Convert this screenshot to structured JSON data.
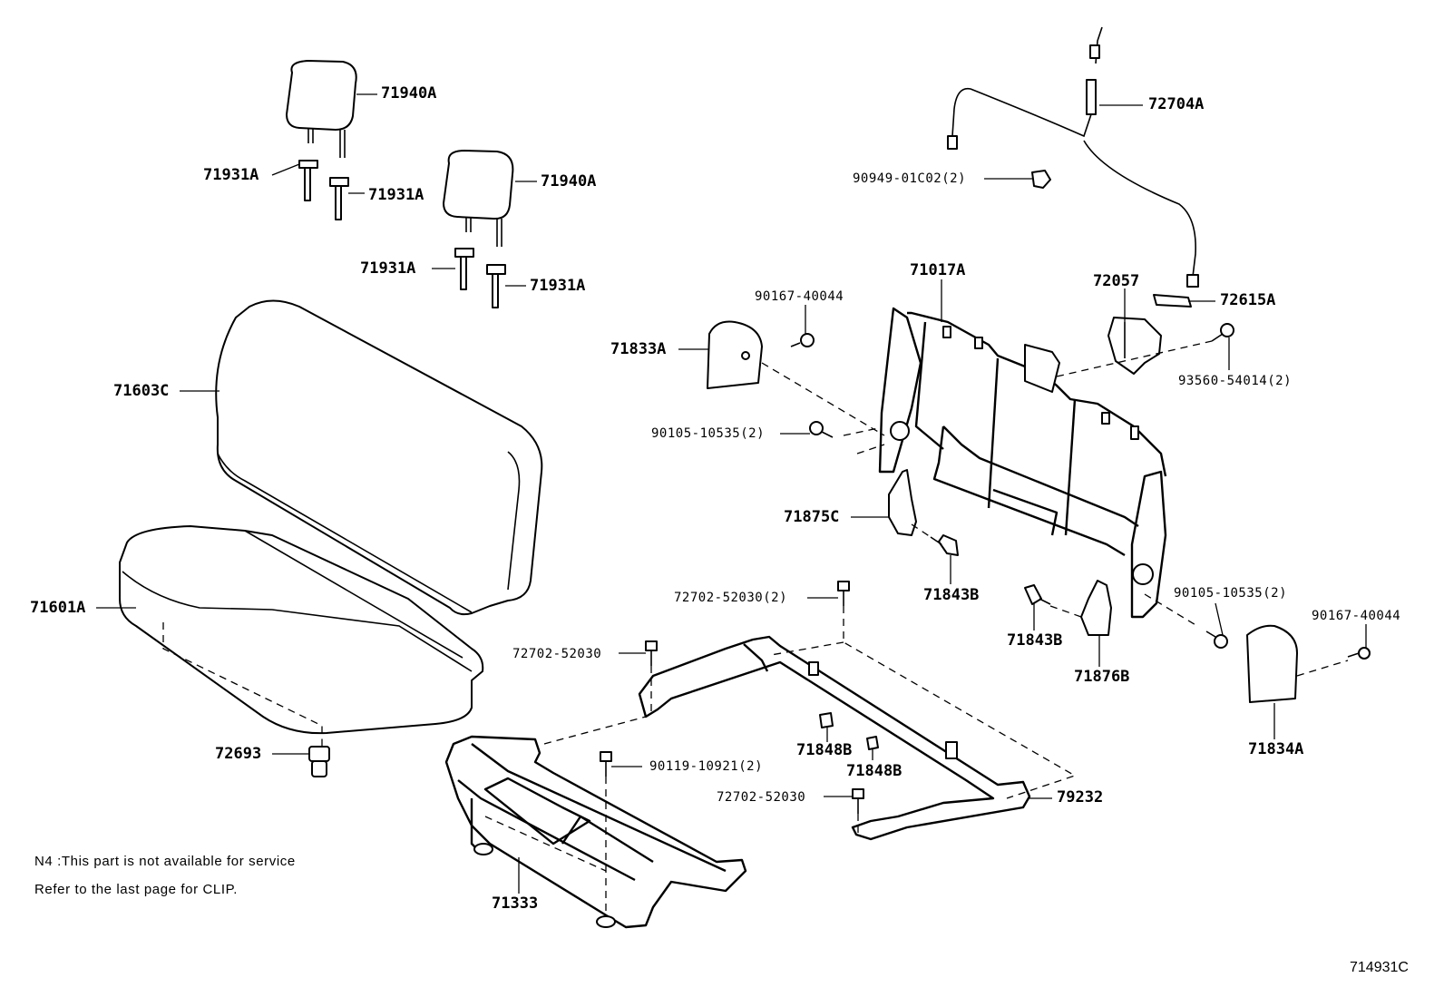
{
  "labels": {
    "p71940a_1": "71940A",
    "p71940a_2": "71940A",
    "p71931a_1": "71931A",
    "p71931a_2": "71931A",
    "p71931a_3": "71931A",
    "p71931a_4": "71931A",
    "p71603c": "71603C",
    "p71601a": "71601A",
    "p72693": "72693",
    "p71333": "71333",
    "p72704a": "72704A",
    "p90949": "90949-01C02(2)",
    "p71017a": "71017A",
    "p72057": "72057",
    "p72615a": "72615A",
    "p93560": "93560-54014(2)",
    "p90167_1": "90167-40044",
    "p71833a": "71833A",
    "p90105_1": "90105-10535(2)",
    "p71875c": "71875C",
    "p71843b_1": "71843B",
    "p72702_1": "72702-52030(2)",
    "p72702_2": "72702-52030",
    "p71843b_2": "71843B",
    "p71876b": "71876B",
    "p90105_2": "90105-10535(2)",
    "p90167_2": "90167-40044",
    "p71834a": "71834A",
    "p71848b_1": "71848B",
    "p71848b_2": "71848B",
    "p90119": "90119-10921(2)",
    "p72702_3": "72702-52030",
    "p79232": "79232"
  },
  "notes": {
    "line1": "N4 :This part is not available for service",
    "line2": "Refer to the last page for CLIP."
  },
  "figure_ref": "714931C"
}
